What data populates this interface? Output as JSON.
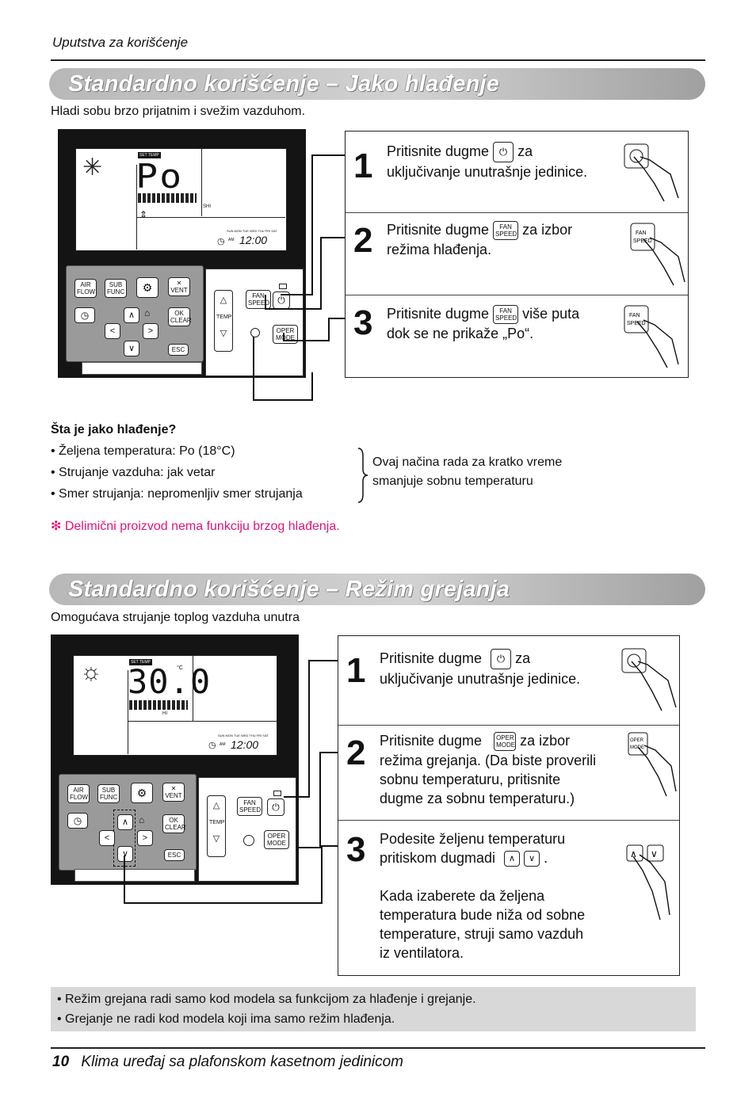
{
  "header": {
    "label": "Uputstva za korišćenje"
  },
  "section1": {
    "title": "Standardno korišćenje – Jako hlađenje",
    "intro": "Hladi sobu brzo prijatnim i svežim vazduhom.",
    "steps": [
      {
        "num": "1",
        "pre": "Pritisnite dugme",
        "post": "za",
        "line2": "uključivanje unutrašnje jedinice."
      },
      {
        "num": "2",
        "pre": "Pritisnite dugme",
        "post": "za izbor",
        "line2": "režima hlađenja."
      },
      {
        "num": "3",
        "pre": "Pritisnite dugme",
        "post": "više puta",
        "line2": "dok se ne prikaže „Po“."
      }
    ],
    "question": "Šta je jako hlađenje?",
    "bullets": [
      "• Željena temperatura: Po (18°C)",
      "• Strujanje vazduha: jak vetar",
      "• Smer strujanja: nepromenljiv smer strujanja"
    ],
    "brace_note": [
      "Ovaj načina rada za kratko vreme",
      "smanjuje sobnu temperaturu"
    ],
    "pink_note": "❇ Delimični proizvod nema funkciju brzog hlađenja.",
    "lcd_text": "Po"
  },
  "section2": {
    "title": "Standardno korišćenje – Režim grejanja",
    "intro": "Omogućava strujanje toplog vazduha unutra",
    "steps": [
      {
        "num": "1",
        "pre": "Pritisnite dugme",
        "post": "za",
        "lines": [
          "uključivanje unutrašnje jedinice."
        ]
      },
      {
        "num": "2",
        "pre": "Pritisnite dugme",
        "post": "za izbor",
        "lines": [
          "režima grejanja. (Da biste proverili",
          "sobnu temperaturu, pritisnite",
          "dugme za sobnu temperaturu.)"
        ]
      },
      {
        "num": "3",
        "pre": "Podesite željenu temperaturu",
        "post": "",
        "lines": [
          "pritiskom dugmadi",
          "",
          "Kada izaberete da željena",
          "temperatura bude niža od sobne",
          "temperature, struji samo vazduh",
          "iz ventilatora."
        ]
      }
    ],
    "lcd_text": "30.0",
    "lcd_unit": "°C"
  },
  "remote": {
    "set_temp": "SET TEMP",
    "shi": "SHI",
    "hi": "HI",
    "am": "AM",
    "clock": "12:00",
    "days": "SUN MON TUE WED THU FRI SAT",
    "btn_airflow": [
      "AIR",
      "FLOW"
    ],
    "btn_subfunc": [
      "SUB",
      "FUNC"
    ],
    "btn_vent": "VENT",
    "btn_okclear": [
      "OK",
      "CLEAR"
    ],
    "btn_esc": "ESC",
    "btn_fanspeed": [
      "FAN",
      "SPEED"
    ],
    "btn_opermode": [
      "OPER",
      "MODE"
    ],
    "temp_label": "TEMP"
  },
  "bottom_notes": [
    "• Režim grejana radi samo kod modela sa funkcijom za hlađenje i grejanje.",
    "• Grejanje ne radi kod modela koji ima samo režim hlađenja."
  ],
  "footer": {
    "page": "10",
    "text": "Klima uređaj sa plafonskom kasetnom jedinicom"
  }
}
